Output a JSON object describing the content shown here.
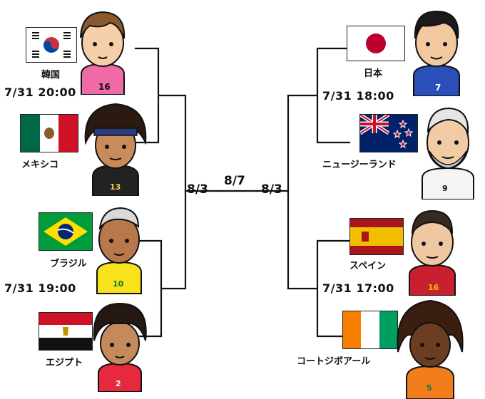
{
  "semifinals": {
    "left_date": "8/3",
    "right_date": "8/3"
  },
  "final": {
    "date": "8/7"
  },
  "left_top": {
    "kickoff": "7/31 20:00",
    "teams": [
      {
        "name": "韓国",
        "flag": "south-korea",
        "jersey_number": "16",
        "jersey_color": "#f06aa8"
      },
      {
        "name": "メキシコ",
        "flag": "mexico",
        "jersey_number": "13",
        "jersey_color": "#222222"
      }
    ]
  },
  "left_bottom": {
    "kickoff": "7/31 19:00",
    "teams": [
      {
        "name": "ブラジル",
        "flag": "brazil",
        "jersey_number": "10",
        "jersey_color": "#f7e21b"
      },
      {
        "name": "エジプト",
        "flag": "egypt",
        "jersey_number": "2",
        "jersey_color": "#e8283c"
      }
    ]
  },
  "right_top": {
    "kickoff": "7/31 18:00",
    "teams": [
      {
        "name": "日本",
        "flag": "japan",
        "jersey_number": "7",
        "jersey_color": "#2a4fb8"
      },
      {
        "name": "ニュージーランド",
        "flag": "new-zealand",
        "jersey_number": "9",
        "jersey_color": "#f4f4f4"
      }
    ]
  },
  "right_bottom": {
    "kickoff": "7/31 17:00",
    "teams": [
      {
        "name": "スペイン",
        "flag": "spain",
        "jersey_number": "16",
        "jersey_color": "#c8202e"
      },
      {
        "name": "コートジボアール",
        "flag": "cote-divoire",
        "jersey_number": "5",
        "jersey_color": "#f27d1c"
      }
    ]
  }
}
